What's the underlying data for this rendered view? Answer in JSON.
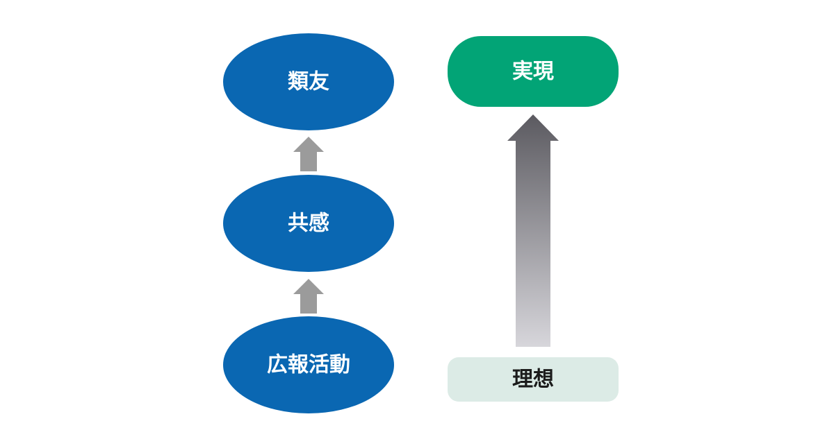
{
  "diagram": {
    "left_flow": {
      "nodes": [
        {
          "label": "類友"
        },
        {
          "label": "共感"
        },
        {
          "label": "広報活動"
        }
      ]
    },
    "right_flow": {
      "top_label": "実現",
      "bottom_label": "理想"
    }
  },
  "colors": {
    "ellipse_fill": "#0a67b2",
    "small_arrow": "#9b9b9b",
    "goal_box_fill": "#02a476",
    "start_box_fill": "#dcebe6",
    "big_arrow_top": "#5b5a60",
    "big_arrow_bottom": "#d7d6db",
    "light_text": "#ffffff",
    "dark_text": "#1c1c1c"
  }
}
